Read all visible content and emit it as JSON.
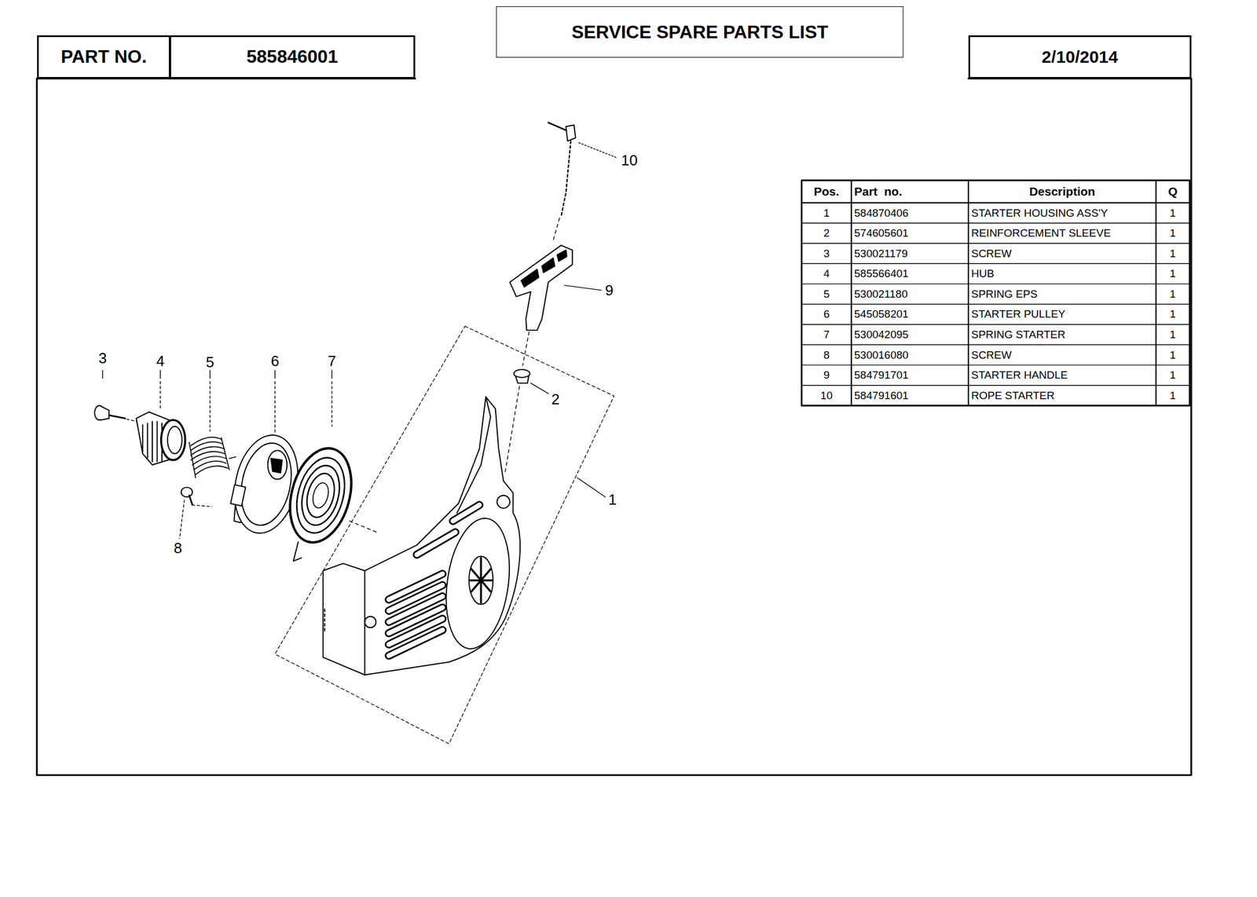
{
  "diagram": {
    "nodes": [
      {
        "text": [
          "PART NO."
        ]
      },
      {
        "text": [
          "585846001"
        ]
      },
      {
        "text": [
          "SERVICE SPARE PARTS LIST"
        ]
      },
      {
        "text": [
          "2/10/2014"
        ]
      }
    ],
    "labels": [
      "10",
      "9",
      "3",
      "4",
      "5",
      "6",
      "7",
      "2",
      "1",
      "8",
      "Pos.",
      "Part  no.",
      "Description",
      "Q",
      "1",
      "584870406",
      "STARTER HOUSING ASS'Y",
      "1",
      "2",
      "574605601",
      "REINFORCEMENT SLEEVE",
      "1",
      "3",
      "530021179",
      "SCREW",
      "1",
      "4",
      "585566401",
      "HUB",
      "1",
      "5",
      "530021180",
      "SPRING EPS",
      "1",
      "6",
      "545058201",
      "STARTER PULLEY",
      "1",
      "7",
      "530042095",
      "SPRING STARTER",
      "1",
      "8",
      "530016080",
      "SCREW",
      "1",
      "9",
      "584791701",
      "STARTER HANDLE",
      "1",
      "10",
      "584791601",
      "ROPE STARTER",
      "1"
    ]
  }
}
